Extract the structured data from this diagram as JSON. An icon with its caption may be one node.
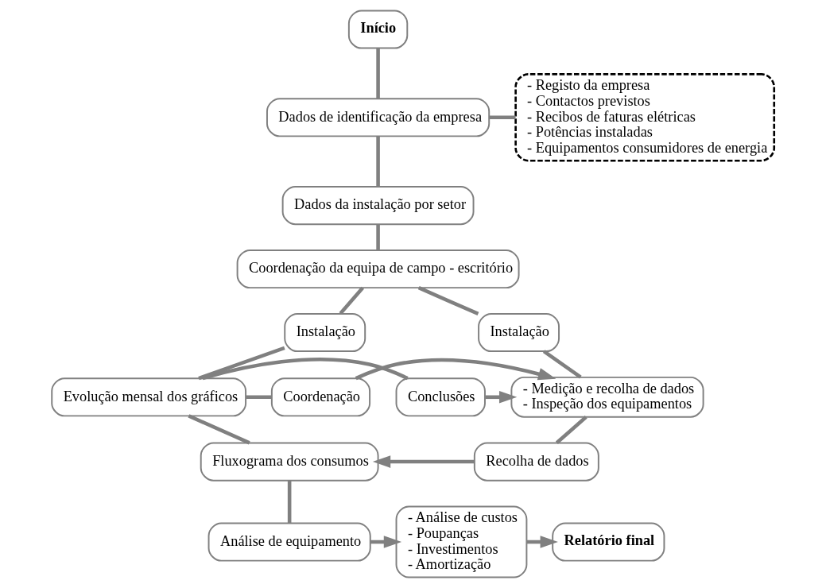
{
  "diagram": {
    "nodes": [
      {
        "text": [
          "Início"
        ]
      },
      {
        "text": [
          "Dados de identificação da empresa"
        ]
      },
      {
        "text": [
          "- Registo da empresa",
          "- Contactos previstos",
          "- Recibos de faturas elétricas",
          "- Potências instaladas",
          "- Equipamentos consumidores de energia"
        ]
      },
      {
        "text": [
          "Dados da instalação por setor"
        ]
      },
      {
        "text": [
          "Coordenação da equipa de campo - escritório"
        ]
      },
      {
        "text": [
          "Instalação"
        ]
      },
      {
        "text": [
          "Instalação"
        ]
      },
      {
        "text": [
          "Evolução mensal dos gráficos"
        ]
      },
      {
        "text": [
          "Conclusões"
        ]
      },
      {
        "text": [
          "Coordenação"
        ]
      },
      {
        "text": [
          "- Medição e recolha de dados",
          "- Inspeção dos equipamentos"
        ]
      },
      {
        "text": [
          "Fluxograma dos consumos"
        ]
      },
      {
        "text": [
          "Recolha de dados"
        ]
      },
      {
        "text": [
          "Análise de equipamento"
        ]
      },
      {
        "text": [
          "- Análise de custos",
          "- Poupanças",
          "- Investimentos",
          "- Amortização"
        ]
      },
      {
        "text": [
          "Relatório final"
        ]
      }
    ],
    "edges": [
      {
        "from": 0,
        "to": 1,
        "arrow": "none"
      },
      {
        "from": 1,
        "to": 2,
        "arrow": "none"
      },
      {
        "from": 1,
        "to": 3,
        "arrow": "none"
      },
      {
        "from": 3,
        "to": 4,
        "arrow": "none"
      },
      {
        "from": 4,
        "to": 5,
        "arrow": "none"
      },
      {
        "from": 4,
        "to": 6,
        "arrow": "none"
      },
      {
        "from": 5,
        "to": 7,
        "arrow": "none"
      },
      {
        "from": 6,
        "to": 10,
        "arrow": "none"
      },
      {
        "from": 7,
        "to": 8,
        "arrow": "none"
      },
      {
        "from": 7,
        "to": 9,
        "arrow": "none"
      },
      {
        "from": 8,
        "to": 10,
        "arrow": "to"
      },
      {
        "from": 9,
        "to": 10,
        "arrow": "to"
      },
      {
        "from": 7,
        "to": 11,
        "arrow": "none"
      },
      {
        "from": 10,
        "to": 12,
        "arrow": "none"
      },
      {
        "from": 12,
        "to": 11,
        "arrow": "to"
      },
      {
        "from": 11,
        "to": 13,
        "arrow": "none"
      },
      {
        "from": 13,
        "to": 14,
        "arrow": "to"
      },
      {
        "from": 14,
        "to": 15,
        "arrow": "to"
      }
    ]
  }
}
